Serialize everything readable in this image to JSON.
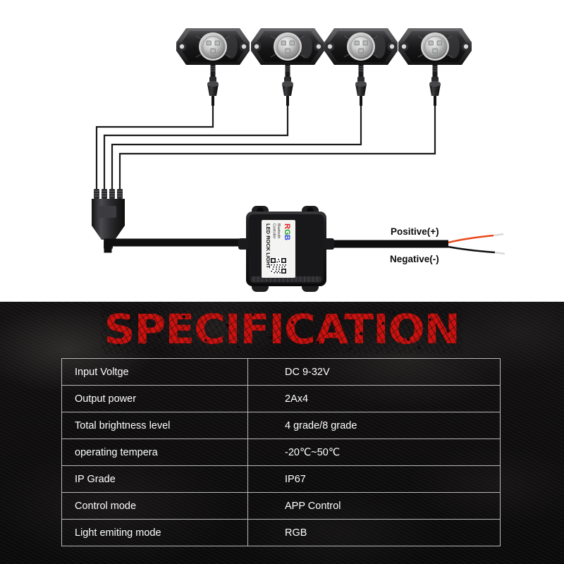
{
  "diagram": {
    "lights": [
      {
        "name": "rock-light-pod-1"
      },
      {
        "name": "rock-light-pod-2"
      },
      {
        "name": "rock-light-pod-3"
      },
      {
        "name": "rock-light-pod-4"
      }
    ],
    "controller": {
      "brand": "RGB",
      "brand_letters": [
        "R",
        "G",
        "B"
      ],
      "brand_colors": [
        "#e02020",
        "#22a02a",
        "#2a48d8"
      ],
      "line1": "Bluetooth",
      "line2": "Controller",
      "line3": "LED ROCK LIGHT",
      "qr_label": "qr-code"
    },
    "wires": {
      "positive_label": "Positive(+)",
      "negative_label": "Negative(-)",
      "positive_color": "#e8491b",
      "negative_color": "#111111"
    },
    "splitter": {
      "name": "4-way-splitter",
      "ports": 4
    }
  },
  "spec": {
    "title": "SPECIFICATION",
    "title_color": "#c9120f",
    "rows": [
      {
        "key": "Input Voltge",
        "value": "DC 9-32V"
      },
      {
        "key": "Output power",
        "value": "2Ax4"
      },
      {
        "key": "Total brightness level",
        "value": "4 grade/8 grade"
      },
      {
        "key": "operating tempera",
        "value": "-20℃~50℃"
      },
      {
        "key": "IP Grade",
        "value": "IP67"
      },
      {
        "key": "Control mode",
        "value": "APP Control"
      },
      {
        "key": "Light emiting mode",
        "value": "RGB"
      }
    ]
  }
}
